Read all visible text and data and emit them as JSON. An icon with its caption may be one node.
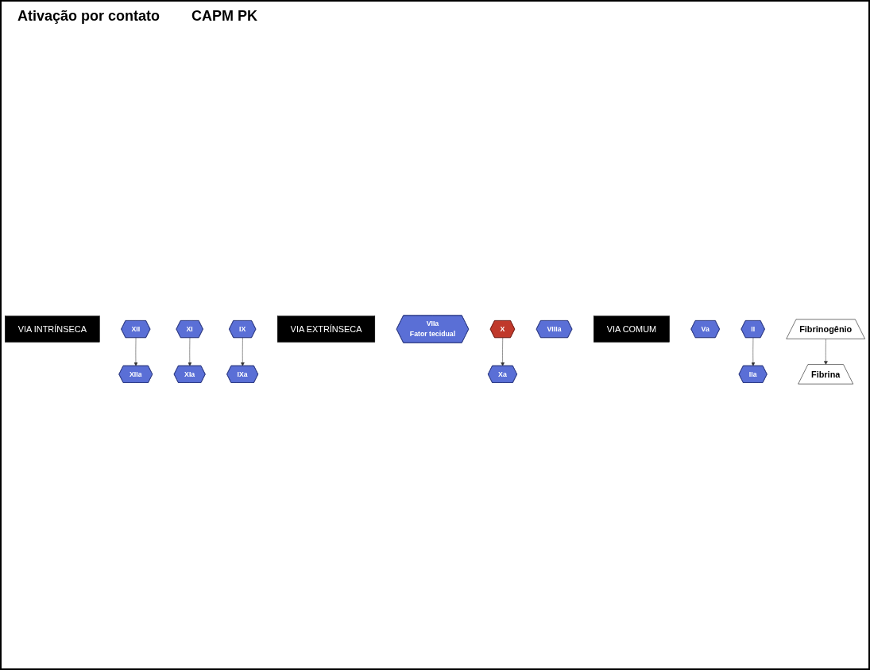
{
  "diagram": {
    "nodes": [
      {
        "text": [
          "VIA INTRÍNSECA"
        ]
      },
      {
        "text": [
          "XII"
        ]
      },
      {
        "text": [
          "XIIa"
        ]
      },
      {
        "text": [
          "XI"
        ]
      },
      {
        "text": [
          "XIa"
        ]
      },
      {
        "text": [
          "IX"
        ]
      },
      {
        "text": [
          "IXa"
        ]
      },
      {
        "text": [
          "VIA EXTRÍNSECA"
        ]
      },
      {
        "text": [
          "VIIa",
          "Fator tecidual"
        ]
      },
      {
        "text": [
          "X"
        ]
      },
      {
        "text": [
          "VIIIa"
        ]
      },
      {
        "text": [
          "Xa"
        ]
      },
      {
        "text": [
          "VIA COMUM"
        ]
      },
      {
        "text": [
          "Va"
        ]
      },
      {
        "text": [
          "II"
        ]
      },
      {
        "text": [
          "IIa"
        ]
      },
      {
        "text": [
          "Fibrinogênio"
        ]
      },
      {
        "text": [
          "Fibrina"
        ]
      }
    ],
    "edges": [
      {
        "from": 1,
        "to": 2,
        "arrow": "to"
      },
      {
        "from": 3,
        "to": 4,
        "arrow": "to"
      },
      {
        "from": 5,
        "to": 6,
        "arrow": "to"
      },
      {
        "from": 9,
        "to": 11,
        "arrow": "to"
      },
      {
        "from": 14,
        "to": 15,
        "arrow": "to"
      },
      {
        "from": 16,
        "to": 17,
        "arrow": "to"
      }
    ],
    "labels": [
      "Ativação por contato",
      "CAPM PK"
    ]
  }
}
